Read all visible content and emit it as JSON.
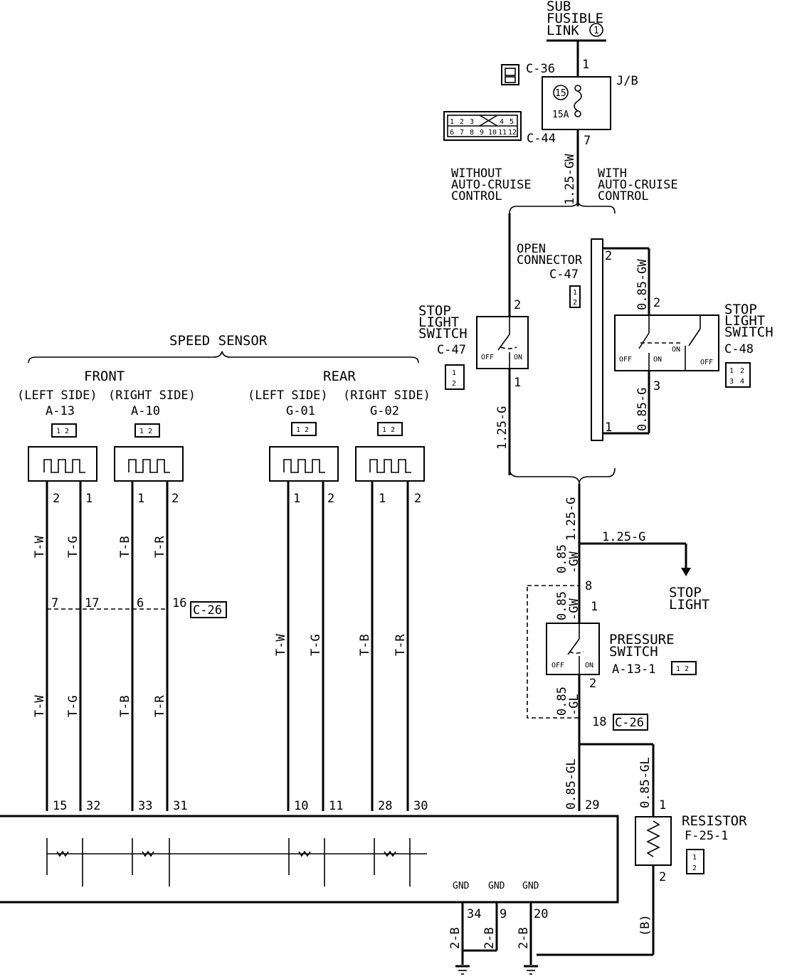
{
  "fuse_source": {
    "line1": "SUB",
    "line2": "FUSIBLE",
    "line3": "LINK",
    "circle": "1"
  },
  "junction_block": {
    "label": "J/B",
    "fuse_number": "15",
    "fuse_rating": "15A",
    "pin_in": "1",
    "pin_out": "7"
  },
  "connectors": {
    "c36": "C-36",
    "c44": "C-44",
    "c44_pins": [
      "1",
      "2",
      "3",
      "4",
      "5",
      "6",
      "7",
      "8",
      "9",
      "10",
      "11",
      "12"
    ]
  },
  "main_wire": {
    "upper": "1.25-GW"
  },
  "branches": {
    "without": [
      "WITHOUT",
      "AUTO-CRUISE",
      "CONTROL"
    ],
    "with": [
      "WITH",
      "AUTO-CRUISE",
      "CONTROL"
    ]
  },
  "open_connector": {
    "line1": "OPEN",
    "line2": "CONNECTOR",
    "id": "C-47",
    "pin_top": "2",
    "pin_bottom": "1",
    "key1": "1",
    "key2": "2"
  },
  "stop_switch_left": {
    "line1": "STOP",
    "line2": "LIGHT",
    "line3": "SWITCH",
    "id": "C-47",
    "off": "OFF",
    "on": "ON",
    "pin_top": "2",
    "pin_bottom": "1",
    "wire": "1.25-G",
    "key1": "1",
    "key2": "2"
  },
  "stop_switch_right": {
    "line1": "STOP",
    "line2": "LIGHT",
    "line3": "SWITCH",
    "id": "C-48",
    "off": "OFF",
    "on": "ON",
    "on2": "ON",
    "off2": "OFF",
    "pin_top": "2",
    "pin_bottom": "3",
    "pin_open": "2",
    "pin_open_b": "1",
    "wire_top": "0.85-GW",
    "wire_bottom": "0.85-G",
    "keys": [
      "1",
      "2",
      "3",
      "4"
    ]
  },
  "center": {
    "wire_125g": "1.25-G",
    "branch_wire": "1.25-G",
    "stop_light": [
      "STOP",
      "LIGHT"
    ],
    "wire_085gw": [
      "0.85",
      "-GW"
    ],
    "wire_085gw2": [
      "0.85",
      "-GW"
    ],
    "pin8": "8",
    "pin1": "1",
    "pin2": "2",
    "pin18": "18",
    "pin29": "29",
    "wire_085gl": [
      "0.85",
      "-GL"
    ],
    "wire_085gl_long": "0.85-GL",
    "wire_085gl_res": "0.85-GL",
    "c26": "C-26"
  },
  "pressure_switch": {
    "line1": "PRESSURE",
    "line2": "SWITCH",
    "id": "A-13-1",
    "off": "OFF",
    "on": "ON",
    "keys": [
      "1",
      "2"
    ]
  },
  "resistor": {
    "line1": "RESISTOR",
    "id": "F-25-1",
    "pin_top": "1",
    "pin_bottom": "2",
    "wire": "(B)",
    "keys": [
      "1",
      "2"
    ]
  },
  "speed_sensor": {
    "title": "SPEED SENSOR",
    "front": "FRONT",
    "rear": "REAR",
    "left_side": "(LEFT SIDE)",
    "right_side": "(RIGHT SIDE)",
    "sensors": [
      {
        "id": "A-13",
        "pins": [
          "2",
          "1"
        ],
        "wires": [
          "T-W",
          "T-G"
        ],
        "mid_pins": [
          "7",
          "17"
        ],
        "ecu_pins": [
          "15",
          "32"
        ],
        "keys": [
          "1",
          "2"
        ]
      },
      {
        "id": "A-10",
        "pins": [
          "1",
          "2"
        ],
        "wires": [
          "T-B",
          "T-R"
        ],
        "mid_pins": [
          "6",
          "16"
        ],
        "ecu_pins": [
          "33",
          "31"
        ],
        "keys": [
          "1",
          "2"
        ]
      },
      {
        "id": "G-01",
        "pins": [
          "1",
          "2"
        ],
        "wires": [
          "T-W",
          "T-G"
        ],
        "ecu_pins": [
          "10",
          "11"
        ],
        "keys": [
          "1",
          "2"
        ]
      },
      {
        "id": "G-02",
        "pins": [
          "1",
          "2"
        ],
        "wires": [
          "T-B",
          "T-R"
        ],
        "ecu_pins": [
          "28",
          "30"
        ],
        "keys": [
          "1",
          "2"
        ]
      }
    ],
    "c26": "C-26"
  },
  "ground": {
    "labels": [
      "GND",
      "GND",
      "GND"
    ],
    "pins": [
      "34",
      "9",
      "20"
    ],
    "wires": [
      "2-B",
      "2-B",
      "2-B"
    ]
  }
}
